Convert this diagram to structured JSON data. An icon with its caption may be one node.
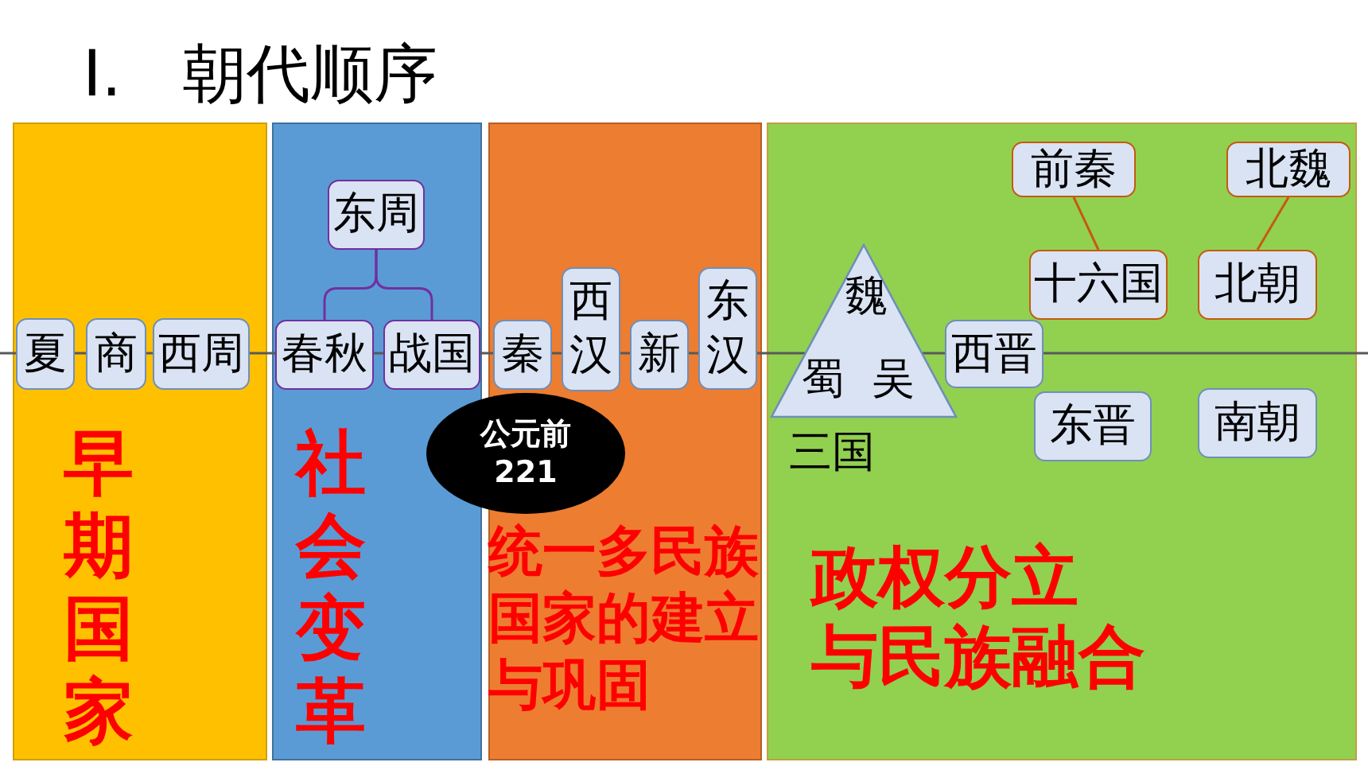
{
  "diagram": {
    "title": "I. 朝代顺序",
    "nodes": [
      {
        "text": [
          "早期国家"
        ]
      },
      {
        "text": [
          "夏"
        ],
        "in": 0
      },
      {
        "text": [
          "商"
        ],
        "in": 0
      },
      {
        "text": [
          "西周"
        ],
        "in": 0
      },
      {
        "text": [
          "社会变革"
        ]
      },
      {
        "text": [
          "东周"
        ],
        "in": 4
      },
      {
        "text": [
          "春秋"
        ],
        "in": 4
      },
      {
        "text": [
          "战国"
        ],
        "in": 4
      },
      {
        "text": [
          "公元前221"
        ]
      },
      {
        "text": [
          "统一多民族国家的建立与巩固"
        ]
      },
      {
        "text": [
          "秦"
        ],
        "in": 9
      },
      {
        "text": [
          "西汉"
        ],
        "in": 9
      },
      {
        "text": [
          "新"
        ],
        "in": 9
      },
      {
        "text": [
          "东汉"
        ],
        "in": 9
      },
      {
        "text": [
          "政权分立与民族融合"
        ]
      },
      {
        "text": [
          "魏",
          "蜀",
          "吴"
        ],
        "beside": [
          "三国"
        ],
        "in": 14
      },
      {
        "text": [
          "西晋"
        ],
        "in": 14
      },
      {
        "text": [
          "前秦"
        ],
        "in": 14
      },
      {
        "text": [
          "十六国"
        ],
        "in": 14
      },
      {
        "text": [
          "东晋"
        ],
        "in": 14
      },
      {
        "text": [
          "北魏"
        ],
        "in": 14
      },
      {
        "text": [
          "北朝"
        ],
        "in": 14
      },
      {
        "text": [
          "南朝"
        ],
        "in": 14
      }
    ],
    "edges": [
      {
        "from": null,
        "to": 1,
        "arrow": "none"
      },
      {
        "from": 1,
        "to": 2,
        "arrow": "none"
      },
      {
        "from": 2,
        "to": 3,
        "arrow": "none"
      },
      {
        "from": 3,
        "to": 6,
        "arrow": "none"
      },
      {
        "from": 6,
        "to": 7,
        "arrow": "none"
      },
      {
        "from": 7,
        "to": 10,
        "arrow": "none"
      },
      {
        "from": 10,
        "to": 11,
        "arrow": "none"
      },
      {
        "from": 11,
        "to": 12,
        "arrow": "none"
      },
      {
        "from": 12,
        "to": 13,
        "arrow": "none"
      },
      {
        "from": 13,
        "to": 15,
        "arrow": "none"
      },
      {
        "from": 15,
        "to": 16,
        "arrow": "none"
      },
      {
        "from": 16,
        "to": null,
        "arrow": "none"
      },
      {
        "from": 5,
        "to": 6,
        "arrow": "none",
        "color": "#7030a0"
      },
      {
        "from": 5,
        "to": 7,
        "arrow": "none",
        "color": "#7030a0"
      },
      {
        "from": 17,
        "to": 18,
        "arrow": "none",
        "color": "#c55a11"
      },
      {
        "from": 20,
        "to": 21,
        "arrow": "none",
        "color": "#c55a11"
      }
    ]
  }
}
